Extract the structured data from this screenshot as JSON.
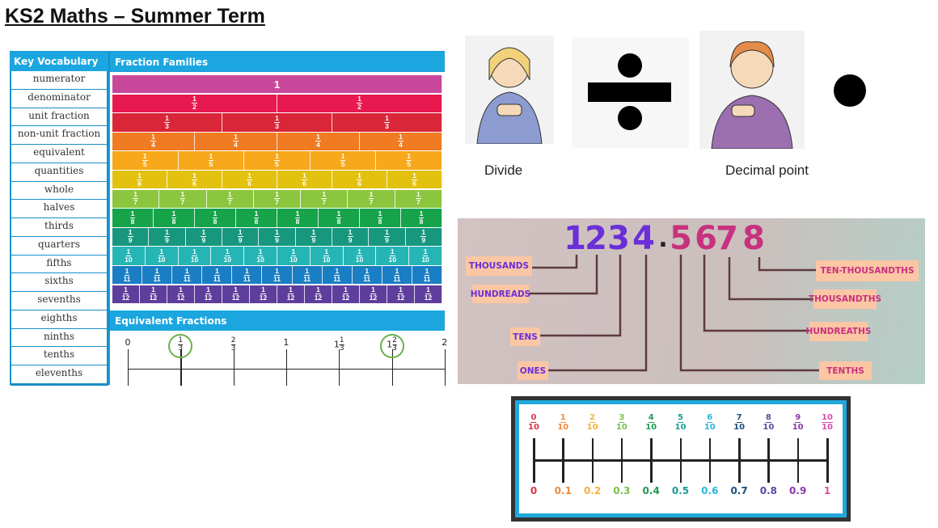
{
  "title": "KS2 Maths – Summer Term",
  "vocabulary": {
    "header": "Key Vocabulary",
    "words": [
      "numerator",
      "denominator",
      "unit fraction",
      "non-unit fraction",
      "equivalent",
      "quantities",
      "whole",
      "halves",
      "thirds",
      "quarters",
      "fifths",
      "sixths",
      "sevenths",
      "eighths",
      "ninths",
      "tenths",
      "elevenths"
    ]
  },
  "fraction_families": {
    "header": "Fraction Families",
    "whole_label": "1",
    "denominators": [
      1,
      2,
      3,
      4,
      5,
      6,
      7,
      8,
      9,
      10,
      11,
      12
    ],
    "colors": [
      "#c9479a",
      "#e8194f",
      "#d92638",
      "#f07b22",
      "#f7a81b",
      "#e3c10f",
      "#8cc63f",
      "#16a34a",
      "#17977e",
      "#26b5b5",
      "#1a7ec4",
      "#5e3e9c"
    ]
  },
  "equivalent_fractions": {
    "header": "Equivalent Fractions",
    "ticks": [
      {
        "whole": "0"
      },
      {
        "num": "1",
        "den": "3",
        "circled": true
      },
      {
        "num": "2",
        "den": "3"
      },
      {
        "whole": "1"
      },
      {
        "whole": "1",
        "num": "1",
        "den": "3"
      },
      {
        "whole": "1",
        "num": "2",
        "den": "3",
        "circled": true
      },
      {
        "whole": "2"
      }
    ]
  },
  "symbols": {
    "divide_label": "Divide",
    "decimal_point_label": "Decimal point",
    "divide_symbol": "÷"
  },
  "place_value": {
    "digits": [
      "1",
      "2",
      "3",
      "4",
      ".",
      "5",
      "6",
      "7",
      "8"
    ],
    "whole_color": "#6a2fd8",
    "decimal_color": "#c8317e",
    "labels": {
      "thousands": "THOUSANDS",
      "hundreds": "HUNDREADS",
      "tens": "TENS",
      "ones": "ONES",
      "tenths": "TENTHS",
      "hundredths": "HUNDREATHS",
      "thousandths": "THOUSANDTHS",
      "ten_thousandths": "TEN-THOUSANDTHS"
    }
  },
  "decimal_line": {
    "numerators": [
      "0",
      "1",
      "2",
      "3",
      "4",
      "5",
      "6",
      "7",
      "8",
      "9",
      "10"
    ],
    "denominator": "10",
    "decimals": [
      "0",
      "0.1",
      "0.2",
      "0.3",
      "0.4",
      "0.5",
      "0.6",
      "0.7",
      "0.8",
      "0.9",
      "1"
    ],
    "colors": [
      "#d6364a",
      "#f08a3a",
      "#f4b13a",
      "#7cbf4a",
      "#1e9a52",
      "#1a9e96",
      "#29b5de",
      "#1b4f7a",
      "#5a4aa0",
      "#8a3aa8",
      "#d44fa8"
    ]
  }
}
